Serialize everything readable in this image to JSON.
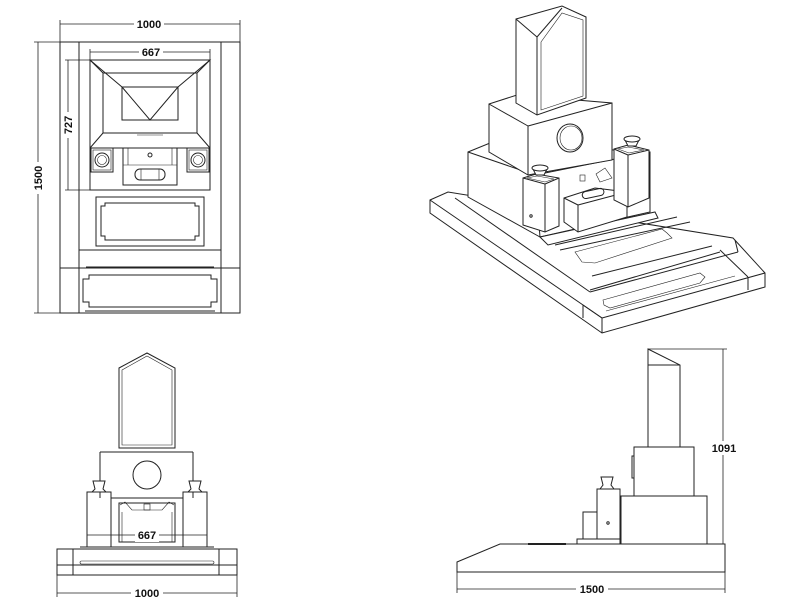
{
  "plan_view": {
    "width_label": "1000",
    "depth_label": "1500",
    "inner_width_label": "667",
    "inner_depth_label": "727"
  },
  "front_view": {
    "inner_width_label": "667",
    "width_label": "1000"
  },
  "side_view": {
    "height_label": "1091",
    "depth_label": "1500"
  },
  "colors": {
    "line": "#222222",
    "background": "#ffffff"
  }
}
